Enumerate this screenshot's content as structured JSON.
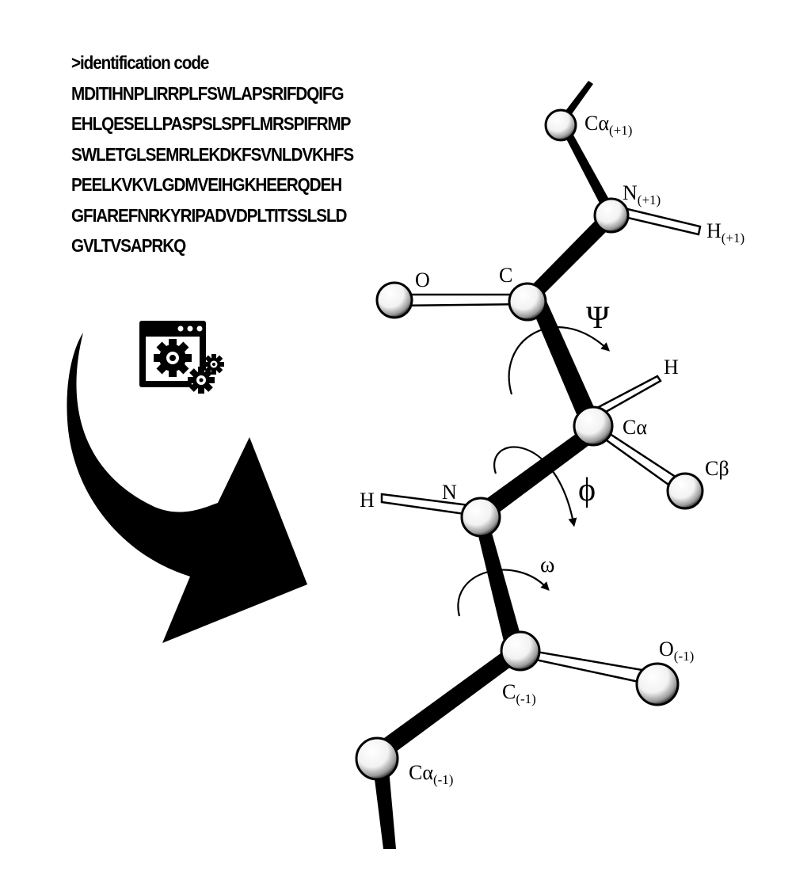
{
  "sequence": {
    "header": ">identification code",
    "lines": [
      "MDITIHNPLIRRPLFSWLAPSRIFDQIFG",
      "EHLQESELLPASPSLSPFLMRSPIFRMP",
      "SWLETGLSEMRLEKDKFSVNLDVKHFS",
      "PEELKVKVLGDMVEIHGKHEERQDEH",
      "GFIAREFNRKYRIPADVDPLTITSSLSLD",
      "GVLTVSAPRKQ"
    ]
  },
  "icons": {
    "software": "software-gears-icon",
    "arrow": "big-curved-arrow-icon"
  },
  "molecule": {
    "atoms": {
      "ca_plus": {
        "base": "Cα",
        "sub": "(+1)"
      },
      "n_plus": {
        "base": "N",
        "sub": "(+1)"
      },
      "h_plus": {
        "base": "H",
        "sub": "(+1)"
      },
      "o": {
        "base": "O",
        "sub": ""
      },
      "c": {
        "base": "C",
        "sub": ""
      },
      "h": {
        "base": "H",
        "sub": ""
      },
      "ca": {
        "base": "Cα",
        "sub": ""
      },
      "cb": {
        "base": "Cβ",
        "sub": ""
      },
      "h2": {
        "base": "H",
        "sub": ""
      },
      "n": {
        "base": "N",
        "sub": ""
      },
      "o_minus": {
        "base": "O",
        "sub": "(-1)"
      },
      "c_minus": {
        "base": "C",
        "sub": "(-1)"
      },
      "ca_minus": {
        "base": "Cα",
        "sub": "(-1)"
      }
    },
    "angles": {
      "psi": "Ψ",
      "phi": "ϕ",
      "omega": "ω"
    }
  }
}
